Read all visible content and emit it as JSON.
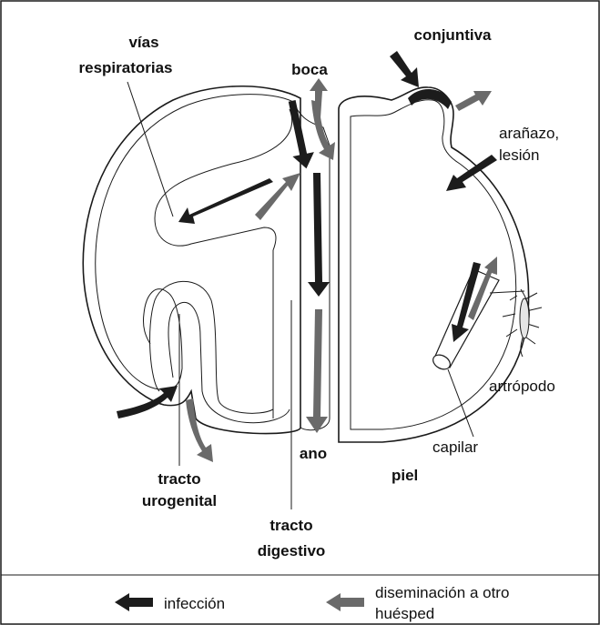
{
  "labels": {
    "vias_respiratorias_1": "vías",
    "vias_respiratorias_2": "respiratorias",
    "boca": "boca",
    "conjuntiva": "conjuntiva",
    "aranazo_1": "arañazo,",
    "aranazo_2": "lesión",
    "artropodo": "artrópodo",
    "capilar": "capilar",
    "piel": "piel",
    "ano": "ano",
    "tracto_urogenital_1": "tracto",
    "tracto_urogenital_2": "urogenital",
    "tracto_digestivo_1": "tracto",
    "tracto_digestivo_2": "digestivo"
  },
  "legend": {
    "infection": "infección",
    "dissemination_1": "diseminación a otro",
    "dissemination_2": "huésped"
  },
  "colors": {
    "infection_arrow": "#1c1c1c",
    "dissemination_arrow": "#6a6a6a",
    "outline": "#1a1a1a"
  }
}
